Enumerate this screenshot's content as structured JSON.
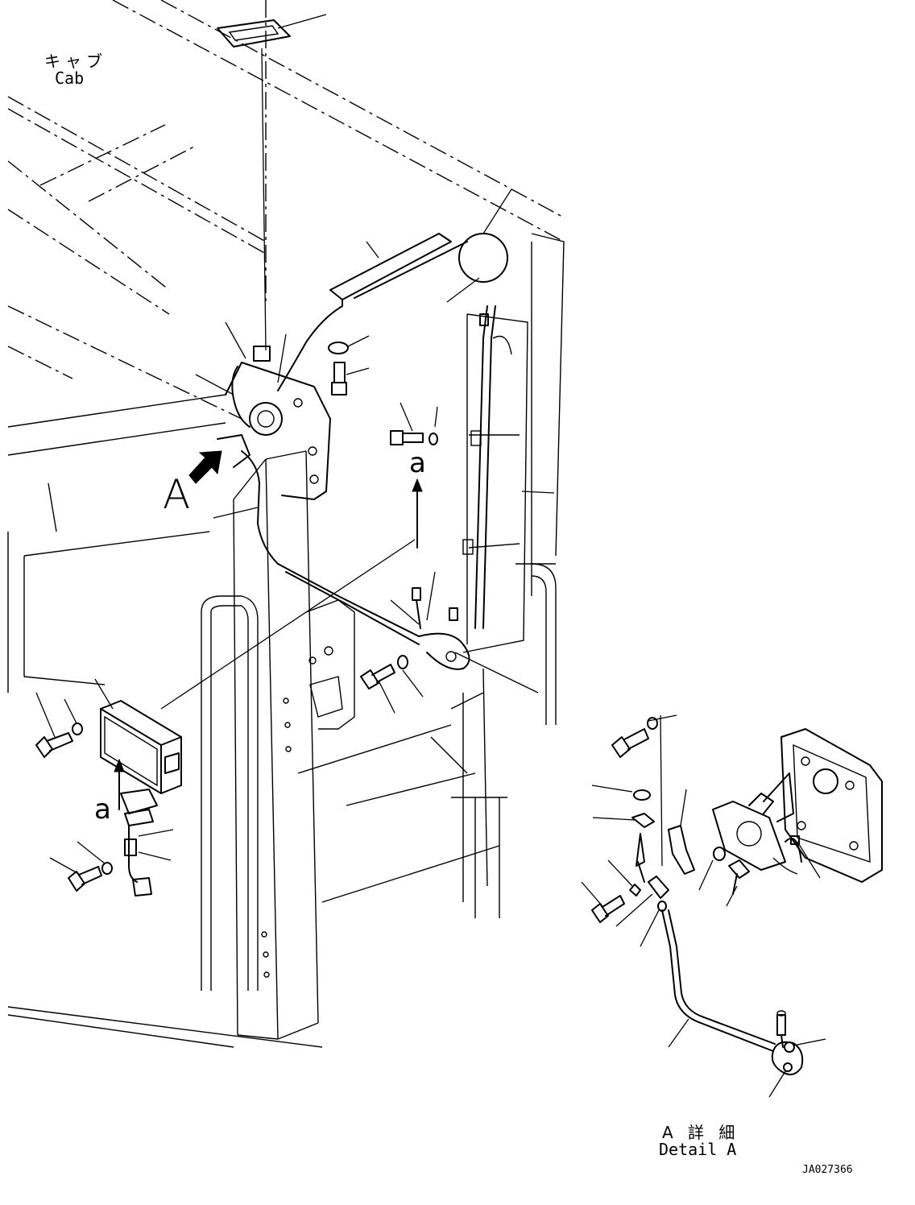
{
  "labels": {
    "cab_jp": "キャブ",
    "cab_en": "Cab",
    "view_a": "A",
    "arrow_a_1": "a",
    "arrow_a_2": "a",
    "detail_jp": "A 詳 細",
    "detail_en": "Detail A",
    "drawing_no": "JA027366"
  },
  "icons": [
    "view-arrow-icon",
    "direction-arrow-icon"
  ],
  "colors": {
    "line": "#000000",
    "background": "#ffffff"
  }
}
